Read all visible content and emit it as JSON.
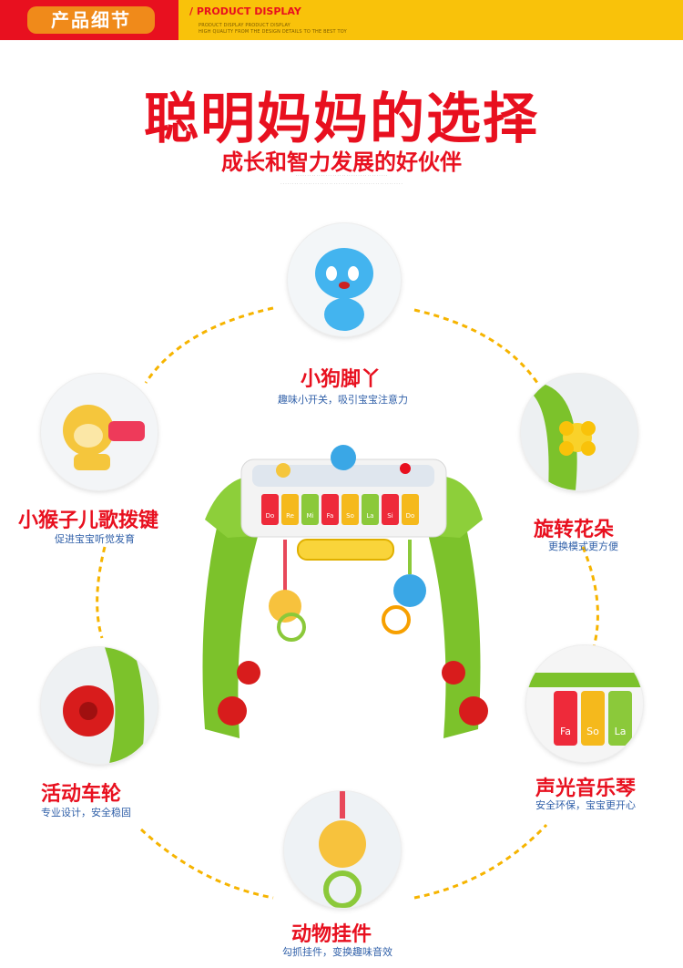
{
  "header": {
    "tab_label": "产品细节",
    "title_en": "/ PRODUCT DISPLAY",
    "sub_line_1": "PRODUCT DISPLAY PRODUCT DISPLAY",
    "sub_line_2": "HIGH QUALITY FROM THE DESIGN DETAILS TO THE BEST TOY"
  },
  "main_title": "聪明妈妈的选择",
  "sub_title": "成长和智力发展的好伙伴",
  "features": [
    {
      "label": "小狗脚丫",
      "caption": "趣味小开关，吸引宝宝注意力"
    },
    {
      "label": "小猴子儿歌拨键",
      "caption": "促进宝宝听觉发育"
    },
    {
      "label": "旋转花朵",
      "caption": "更换模式更方便"
    },
    {
      "label": "活动车轮",
      "caption": "专业设计，安全稳固"
    },
    {
      "label": "声光音乐琴",
      "caption": "安全环保，宝宝更开心"
    },
    {
      "label": "动物挂件",
      "caption": "勾抓挂件，变换趣味音效"
    }
  ],
  "keys": [
    "Do",
    "Re",
    "Mi",
    "Fa",
    "So",
    "La",
    "Si",
    "Do"
  ],
  "zoom_keys": [
    "Fa",
    "So",
    "La"
  ],
  "colors": {
    "brand_red": "#e8101f",
    "header_yellow": "#f9c20a",
    "ring_yellow": "#f6b400",
    "caption_blue": "#2f5fa8",
    "toy_green": "#7cc22b"
  }
}
